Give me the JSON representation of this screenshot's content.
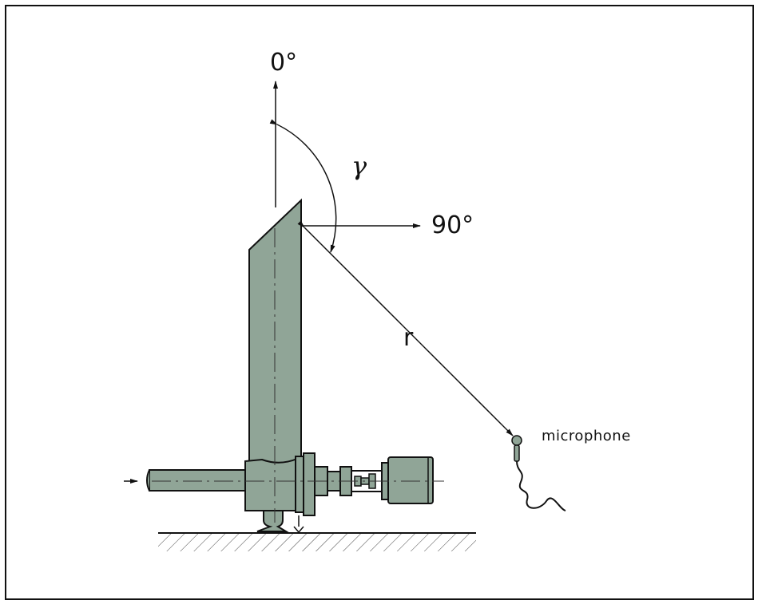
{
  "labels": {
    "angle_zero": "0°",
    "angle_ninety": "90°",
    "angle_symbol": "γ",
    "distance": "r",
    "microphone": "microphone"
  },
  "colors": {
    "machine_fill": "#90a597",
    "line": "#111111",
    "frame": "#111111"
  }
}
